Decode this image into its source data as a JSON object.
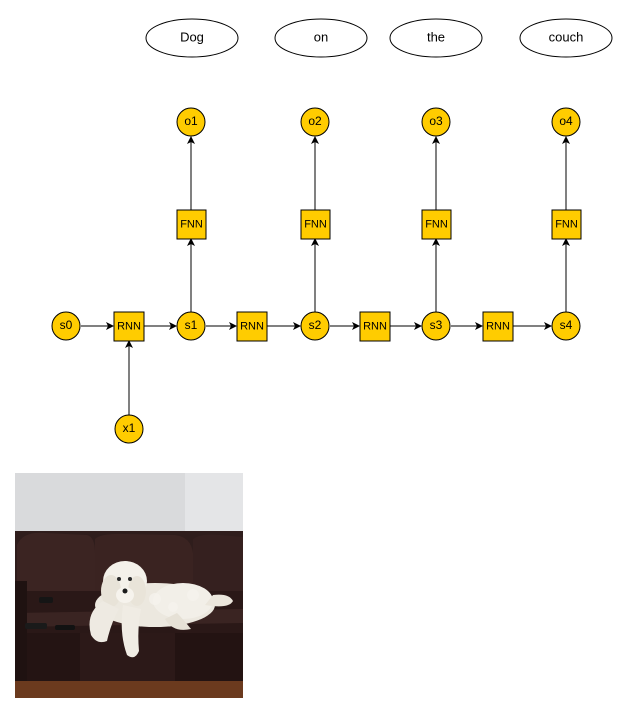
{
  "diagram": {
    "words": [
      "Dog",
      "on",
      "the",
      "couch"
    ],
    "outputs": [
      "o1",
      "o2",
      "o3",
      "o4"
    ],
    "ffn_label": "FNN",
    "rnn_label": "RNN",
    "states": [
      "s0",
      "s1",
      "s2",
      "s3",
      "s4"
    ],
    "input": "x1"
  },
  "colors": {
    "node_fill": "#ffcc00",
    "stroke": "#000000",
    "ellipse_fill": "#ffffff"
  },
  "photo": {
    "subject": "white-dog-on-brown-leather-couch"
  }
}
